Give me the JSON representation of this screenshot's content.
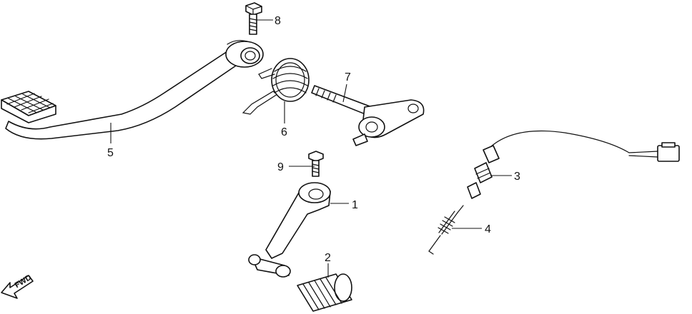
{
  "diagram": {
    "direction_label": "FWD",
    "callouts": [
      {
        "id": "1",
        "text": "1"
      },
      {
        "id": "2",
        "text": "2"
      },
      {
        "id": "3",
        "text": "3"
      },
      {
        "id": "4",
        "text": "4"
      },
      {
        "id": "5",
        "text": "5"
      },
      {
        "id": "6",
        "text": "6"
      },
      {
        "id": "7",
        "text": "7"
      },
      {
        "id": "8",
        "text": "8"
      },
      {
        "id": "9",
        "text": "9"
      }
    ]
  }
}
